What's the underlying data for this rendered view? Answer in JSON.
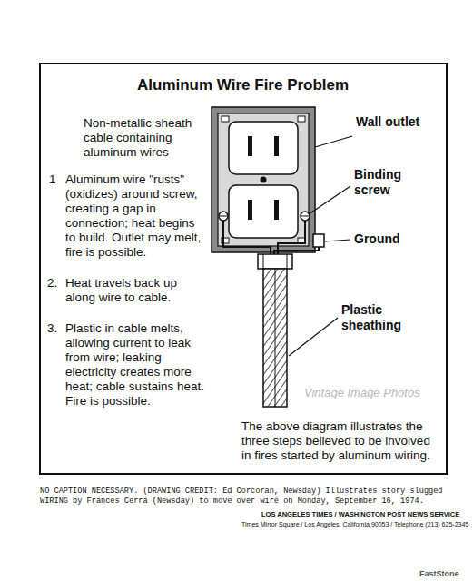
{
  "diagram": {
    "title": "Aluminum Wire Fire Problem",
    "labels": [
      "Non-metallic sheath cable containing aluminum wires",
      "1",
      "Aluminum wire \"rusts\" (oxidizes) around screw, creating a gap in connection; heat begins to build. Outlet may melt, fire is possible.",
      "2.",
      "Heat travels back up along wire to cable.",
      "3.",
      "Plastic in cable melts, allowing current to leak from wire; leaking electricity creates more heat; cable sustains heat. Fire is possible.",
      "Wall outlet",
      "Binding screw",
      "Ground",
      "Plastic sheathing",
      "The above diagram illustrates the three steps believed to be involved in fires started by aluminum wiring.",
      "NO CAPTION NECESSARY. (DRAWING CREDIT: Ed Corcoran, Newsday) Illustrates story slugged WIRING by Frances Cerra (Newsday) to move over wire on Monday, September 16, 1974.",
      "LOS ANGELES TIMES / WASHINGTON POST NEWS SERVICE",
      "Times Mirror Square / Los Angeles, California 90053 / Telephone (213) 625-2345",
      "Vintage Image Photos",
      "FastStone"
    ]
  }
}
